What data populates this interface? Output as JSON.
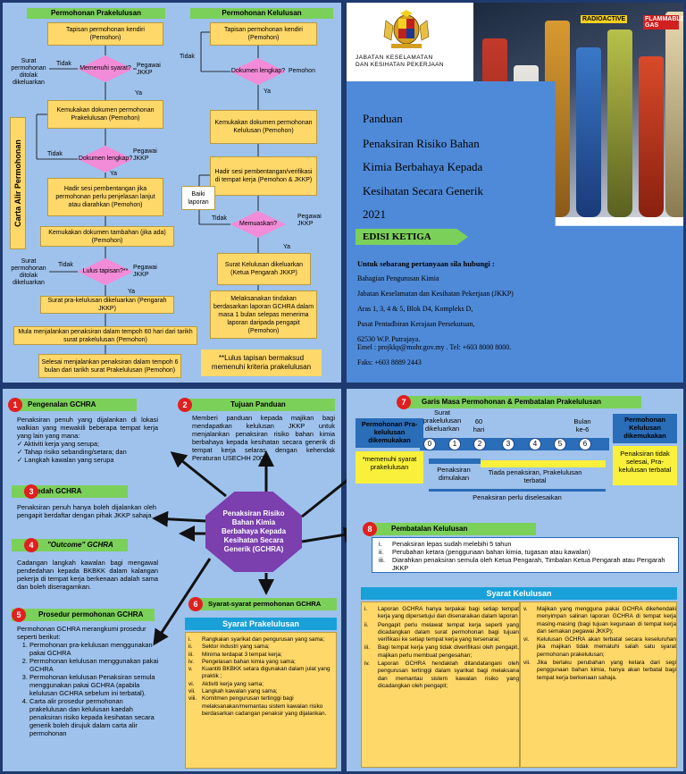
{
  "flow": {
    "left_header": "Permohonan Prakelulusan",
    "right_header": "Permohonan Kelulusan",
    "side_label": "Carta Alir Permohonan",
    "left": {
      "b1": "Tapisan permohonan kendiri (Pemohon)",
      "d1": "Memenuhi syarat?",
      "d1_right": "Pegawai JKKP",
      "d1_left": "Tidak",
      "reject1": "Surat permohonan ditolak dikeluarkan",
      "ya1": "Ya",
      "b2": "Kemukakan dokumen permohonan Prakelulusan (Pemohon)",
      "d2": "Dokumen lengkap?",
      "d2_right": "Pegawai JKKP",
      "d2_left": "Tidak",
      "ya2": "Ya",
      "b3": "Hadir sesi pembentangan jika permohonan perlu penjelasan lanjut atau diarahkan (Pemohon)",
      "b4": "Kemukakan dokumen tambahan (jika ada) (Pemohon)",
      "d3": "Lulus tapisan?**",
      "d3_right": "Pegawai JKKP",
      "d3_left": "Tidak",
      "reject2": "Surat permohonan ditolak dikeluarkan",
      "ya3": "Ya",
      "b5": "Surat pra-kelulusan dikeluarkan (Pengarah JKKP)",
      "b6": "Mula menjalankan penaksiran dalam tempoh 60 hari dari tarikh surat prakelulusan (Pemohon)",
      "b7": "Selesai menjalankan penaksiran dalam tempoh 6 bulan dari tarikh surat Prakelulusan (Pemohon)"
    },
    "right": {
      "b1": "Tapisan permohonan kendiri (Pemohon)",
      "d1": "Dokumen lengkap?",
      "d1_right": "Pemohon",
      "d1_left": "Tidak",
      "ya1": "Ya",
      "b2": "Kemukakan dokumen permohonan Kelulusan (Pemohon)",
      "b3": "Hadir sesi pembentangan/verifikasi di tempat kerja (Pemohon & JKKP)",
      "baiki": "Baiki laporan",
      "d2": "Memuaskan?",
      "d2_right": "Pegawai JKKP",
      "d2_left": "Tidak",
      "ya2": "Ya",
      "b4": "Surat Kelulusan dikeluarkan (Ketua Pengarah JKKP)",
      "b5": "Melaksanakan tindakan berdasarkan laporan GCHRA dalam masa 1 bulan selepas menerima laporan daripada pengapit (Pemohon)",
      "note": "**Lulus tapisan bermaksud memenuhi kriteria prakelulusan"
    }
  },
  "cover": {
    "org1": "JABATAN KESELAMATAN",
    "org2": "DAN KESIHATAN PEKERJAAN",
    "title": [
      "Panduan",
      "Penaksiran Risiko Bahan",
      "Kimia Berbahaya Kepada",
      "Kesihatan Secara Generik",
      "2021"
    ],
    "edition": "EDISI KETIGA",
    "contact_heading": "Untuk sebarang pertanyaan sila hubungi :",
    "contact_lines": [
      "Bahagian Pengurusan Kimia",
      "Jabatan Keselamatan dan Kesihatan Pekerjaan (JKKP)",
      "Aras 1, 3, 4 & 5, Blok D4, Kompleks D,",
      "Pusat Pentadbiran Kerajaan Persekutuan,",
      "62530 W.P. Putrajaya.",
      "Emel : projkkp@mohr.gov.my . Tel: +603 8000 8000.",
      "Faks: +603  8889 2443"
    ],
    "bottle_labels": [
      "RADIOACTIVE",
      "FLAMMABLE GAS"
    ]
  },
  "info": {
    "s1": {
      "num": "1",
      "title": "Pengenalan GCHRA",
      "text": "Penaksiran penuh yang dijalankan di lokasi walkian yang mewakili beberapa tempat kerja yang lain yang mana:",
      "items": [
        "✓  Aktiviti kerja yang serupa;",
        "✓  Tahap risiko sebanding/setara; dan",
        "✓  Langkah kawalan yang serupa"
      ]
    },
    "s2": {
      "num": "2",
      "title": "Tujuan Panduan",
      "text": "Memberi panduan kepada majikan bagi mendapatkan kelulusan JKKP untuk menjalankan penaksiran risiko bahan kimia berbahaya kepada kesihatan secara generik di tempat kerja selaras dengan kehendak Peraturan USECHH 2000."
    },
    "s3": {
      "num": "3",
      "title": "Kaedah GCHRA",
      "text": "Penaksiran penuh hanya boleh dijalankan oleh pengapit berdaftar dengan pihak JKKP sahaja"
    },
    "s4": {
      "num": "4",
      "title": "\"Outcome\" GCHRA",
      "text": "Cadangan langkah kawalan bagi mengawal pendedahan kepada BKBKK dalam kalangan pekerja di tempat kerja berkenaan adalah sama dan boleh diseragamkan."
    },
    "s5": {
      "num": "5",
      "title": "Prosedur permohonan GCHRA",
      "text": "Permohonan GCHRA merangkumi prosedur seperti berikut:",
      "items": [
        "Permohonan pra-kelulusan menggunakan pakai GCHRA",
        "Permohonan kelulusan menggunakan pakai GCHRA",
        "Permohonan kelulusan Penaksiran semula menggunakan pakai GCHRA (apabila kelulusan GCHRA sebelum ini terbatal).",
        "Carta alir prosedur permohonan prakelulusan dan kelulusan kaedah penaksiran risiko kepada kesihatan secara generik boleh dirujuk dalam carta alir permohonan"
      ]
    },
    "s6": {
      "num": "6",
      "title": "Syarat-syarat permohonan GCHRA"
    },
    "center": "Penaksiran Risiko Bahan Kimia Berbahaya Kepada Kesihatan Secara Generik (GCHRA)",
    "prakelulusan": {
      "title": "Syarat Prakelulusan",
      "rows": [
        [
          "i.",
          "Rangkaian syarikat dan pengurusan yang sama;"
        ],
        [
          "ii.",
          "Sektor industri yang sama;"
        ],
        [
          "iii.",
          "Minima terdapat 3 tempat kerja;"
        ],
        [
          "iv.",
          "Pengelasan bahan kimia yang sama;"
        ],
        [
          "v.",
          "Kuantiti BKBKK setara digunakan dalam julat yang praktik ;"
        ],
        [
          "vi.",
          "Aktiviti kerja yang sama;"
        ],
        [
          "vii.",
          "Langkah kawalan yang sama;"
        ],
        [
          "viii.",
          "Komitmen pengurusan tertinggi bagi melaksanakan/memantau sistem kawalan risiko berdasarkan cadangan penaksir yang dijalankan."
        ]
      ]
    }
  },
  "timeline": {
    "s7": {
      "num": "7",
      "title": "Garis Masa Permohonan & Pembatalan Prakelulusan"
    },
    "left_box": "Permohonan Pra-kelulusan dikemukakan",
    "right_box": "Permohonan Kelulusan dikemukakan",
    "surat": "Surat prakelulusan dikeluarkan",
    "hari": "60 hari",
    "bulan": "Bulan ke-6",
    "dots": [
      "0",
      "1",
      "2",
      "3",
      "4",
      "5",
      "6"
    ],
    "note_left": "*memenuhi syarat prakelulusan",
    "note_right": "Penaksiran tidak selesai, Pra-kelulusan terbatal",
    "bar1": "Penaksiran dimulakan",
    "bar2": "Tiada penaksiran, Prakelulusan terbatal",
    "bar3": "Penaksiran perlu diselesaikan",
    "s8": {
      "num": "8",
      "title": "Pembatalan Kelulusan"
    },
    "batal": [
      [
        "i.",
        "Penaksiran lepas sudah melebihi 5 tahun"
      ],
      [
        "ii.",
        "Perubahan ketara (penggunaan bahan kimia, tugasan atau kawalan)"
      ],
      [
        "iii.",
        "Diarahkan penaksiran semula oleh Ketua Pengarah, Timbalan Ketua Pengarah atau Pengarah JKKP"
      ]
    ],
    "kelulusan": {
      "title": "Syarat Kelulusan",
      "left_rows": [
        [
          "i.",
          "Laporan GCHRA hanya terpakai bagi setiap tempat kerja yang dipersetujui dan disenaraikan dalam laporan"
        ],
        [
          "ii.",
          "Pengapit perlu melawat tempat kerja seperti yang dicadangkan dalam surat permohonan bagi tujuan verifikasi ke setiap tempat kerja yang tersenarai;"
        ],
        [
          "iii.",
          "Bagi tempat kerja yang tidak diverifikasi oleh pengapit, majikan perlu membuat pengesahan;"
        ],
        [
          "iv.",
          "Laporan GCHRA hendaklah ditandatangani oleh pengurusan tertinggi dalam syarikat bagi melaksana dan memantau sistem kawalan risiko yang dicadangkan oleh pengapit;"
        ]
      ],
      "right_rows": [
        [
          "v.",
          "Majikan yang mengguna pakai GCHRA dikehendaki menyimpan salinan laporan GCHRA di tempat kerja masing-masing (bagi tujuan kegunaan di tempat kerja dan semakan pegawai JKKP);"
        ],
        [
          "vi.",
          "Kelulusan GCHRA akan terbatal secara keseluruhan jika majikan tidak mematuhi salah satu syarat permohonan prakelulusan;"
        ],
        [
          "vii.",
          "Jika berlaku perubahan yang ketara dari segi penggunaan bahan kimia, hanya akan terbatal bagi tempat kerja berkenaan sahaja."
        ]
      ]
    }
  }
}
